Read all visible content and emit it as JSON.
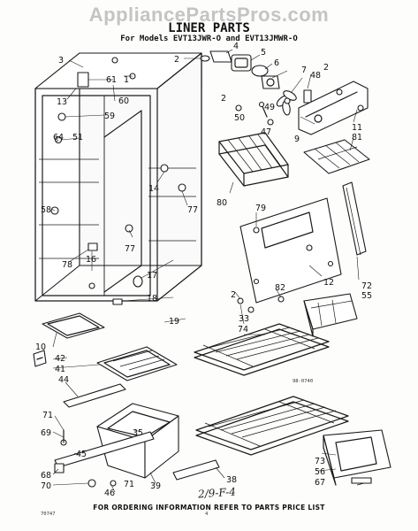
{
  "watermark": "AppliancePartsPros.com",
  "title": "LINER PARTS",
  "subtitle": "For Models EVT13JWR-O and EVT13JMWR-O",
  "footer": "FOR ORDERING INFORMATION REFER TO PARTS PRICE LIST",
  "handwriting": "2/9-F-4",
  "corner_codes": {
    "bottom_left": "70747",
    "shelf_code": "98-0740"
  },
  "page_mark": "4",
  "callouts": [
    "1",
    "2",
    "3",
    "4",
    "5",
    "6",
    "7",
    "9",
    "10",
    "11",
    "12",
    "13",
    "14",
    "16",
    "17",
    "18",
    "19",
    "33",
    "35",
    "38",
    "39",
    "41",
    "42",
    "44",
    "45",
    "46",
    "47",
    "48",
    "49",
    "50",
    "51",
    "55",
    "56",
    "58",
    "59",
    "60",
    "61",
    "64",
    "67",
    "68",
    "69",
    "70",
    "71",
    "72",
    "73",
    "74",
    "77",
    "78",
    "79",
    "80",
    "81",
    "82"
  ]
}
